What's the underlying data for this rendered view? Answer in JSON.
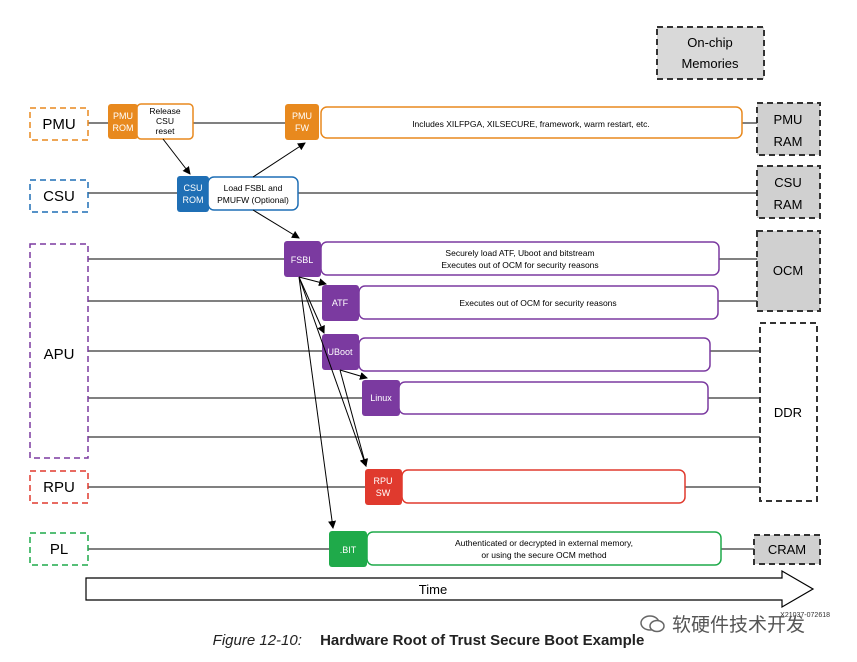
{
  "legend": {
    "line1": "On-chip",
    "line2": "Memories"
  },
  "lanes": {
    "pmu": "PMU",
    "csu": "CSU",
    "apu": "APU",
    "rpu": "RPU",
    "pl": "PL"
  },
  "memories": {
    "pmu_ram": {
      "line1": "PMU",
      "line2": "RAM"
    },
    "csu_ram": {
      "line1": "CSU",
      "line2": "RAM"
    },
    "ocm": "OCM",
    "ddr": "DDR",
    "cram": "CRAM"
  },
  "blocks": {
    "pmu_rom": {
      "line1": "PMU",
      "line2": "ROM"
    },
    "release": {
      "line1": "Release",
      "line2": "CSU",
      "line3": "reset"
    },
    "pmu_fw": {
      "line1": "PMU",
      "line2": "FW"
    },
    "pmu_fw_desc": "Includes XILFPGA, XILSECURE, framework, warm restart, etc.",
    "csu_rom": {
      "line1": "CSU",
      "line2": "ROM"
    },
    "load_fsbl": {
      "line1": "Load FSBL and",
      "line2": "PMUFW (Optional)"
    },
    "fsbl": "FSBL",
    "fsbl_desc": {
      "line1": "Securely load ATF, Uboot and bitstream",
      "line2": "Executes out of OCM for security reasons"
    },
    "atf": "ATF",
    "atf_desc": "Executes out of OCM  for security reasons",
    "uboot": "UBoot",
    "linux": "Linux",
    "rpu_sw": {
      "line1": "RPU",
      "line2": "SW"
    },
    "bit": ".BIT",
    "bit_desc": {
      "line1": "Authenticated or decrypted in external memory,",
      "line2": "or using the secure OCM method"
    }
  },
  "time_label": "Time",
  "figure_id": "X21037-072618",
  "caption": {
    "figure": "Figure 12-10:",
    "title": "Hardware Root of Trust Secure Boot Example"
  },
  "watermark": "软硬件技术开发",
  "colors": {
    "pmu": "#E8891E",
    "csu": "#1F6FB5",
    "apu": "#7B3AA0",
    "rpu": "#E03A2E",
    "pl": "#1FAA4A",
    "memory_fill": "#D0D0D0"
  }
}
